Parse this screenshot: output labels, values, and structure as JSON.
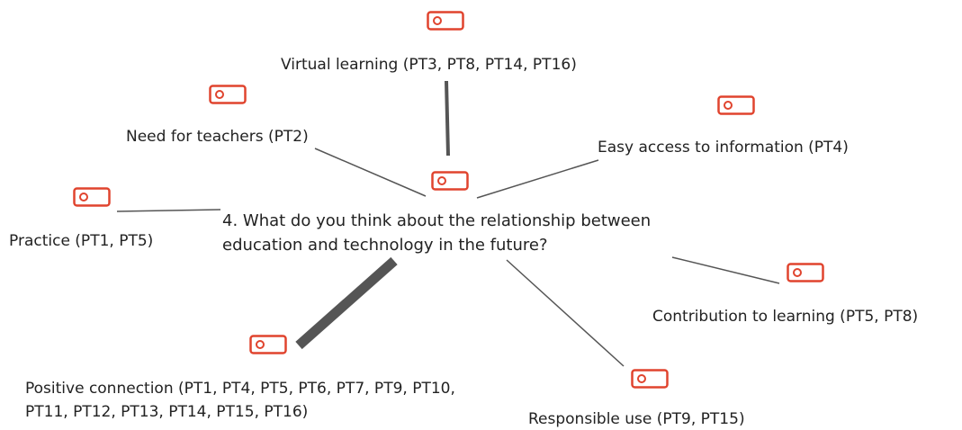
{
  "question": "4. What do you think about the relationship between\neducation and technology in the future?",
  "codes": {
    "virtual_learning": "Virtual learning (PT3, PT8, PT14, PT16)",
    "need_for_teachers": "Need for teachers (PT2)",
    "easy_access": "Easy access to information (PT4)",
    "practice": "Practice (PT1, PT5)",
    "contribution": "Contribution to learning (PT5, PT8)",
    "positive_connection_line1": "Positive connection (PT1, PT4, PT5, PT6, PT7, PT9, PT10,",
    "positive_connection_line2": "PT11, PT12, PT13, PT14, PT15, PT16)",
    "responsible_use": "Responsible use (PT9, PT15)"
  },
  "colors": {
    "icon": "#e0442e",
    "link": "#555555",
    "text": "#222222"
  },
  "icons": {
    "node_icon": "code-tag-icon"
  }
}
